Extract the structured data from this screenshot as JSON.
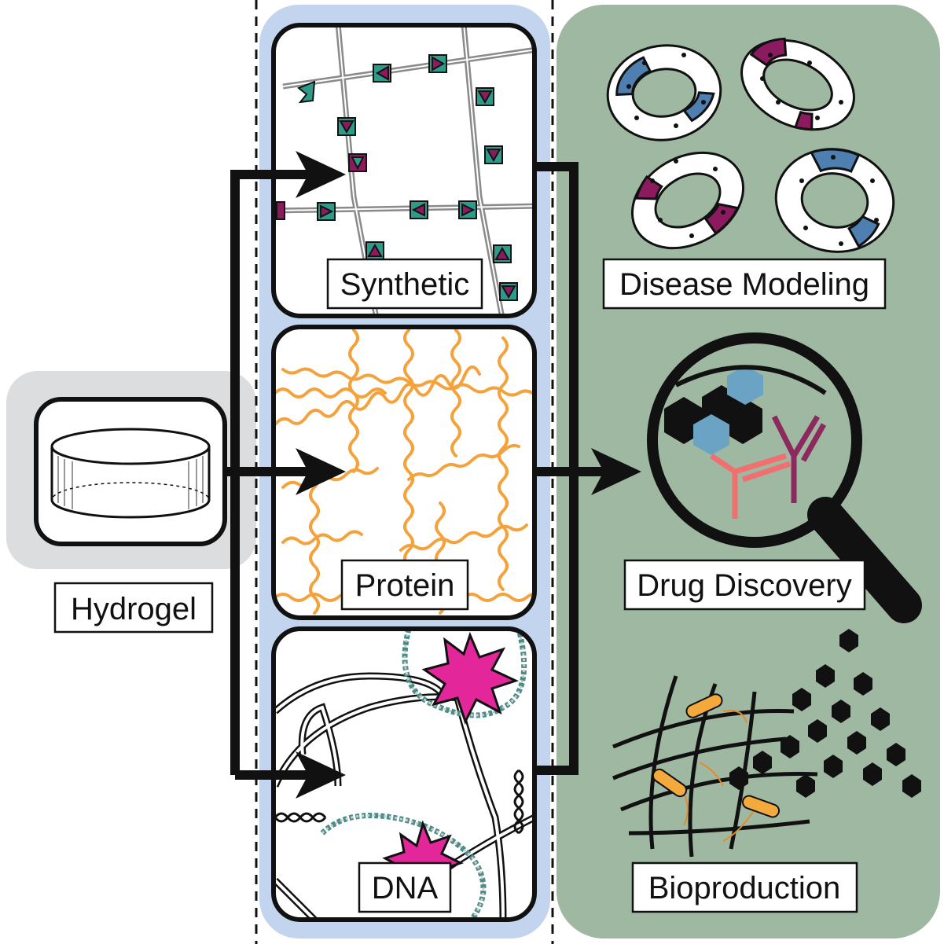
{
  "hydrogel": {
    "label": "Hydrogel"
  },
  "hydrogel_types": [
    {
      "label": "Synthetic"
    },
    {
      "label": "Protein"
    },
    {
      "label": "DNA"
    }
  ],
  "applications": [
    {
      "label": "Disease Modeling"
    },
    {
      "label": "Drug Discovery"
    },
    {
      "label": "Bioproduction"
    }
  ],
  "colors": {
    "hydrogel_panel": "#dcdddf",
    "types_panel": "#c3d5ee",
    "applications_panel": "#9fb8a2",
    "synthetic_teal": "#2e9a8a",
    "synthetic_magenta": "#8c1a5e",
    "protein_orange": "#f4a23c",
    "dna_star_pink": "#e3279a",
    "organoid_blue": "#4f7fb0",
    "organoid_magenta": "#8c1a5e",
    "drug_blue": "#6aa3c4",
    "antibody_salmon": "#f07070",
    "antibody_plum": "#8c2a5e",
    "bacteria_orange": "#f3a93c"
  }
}
